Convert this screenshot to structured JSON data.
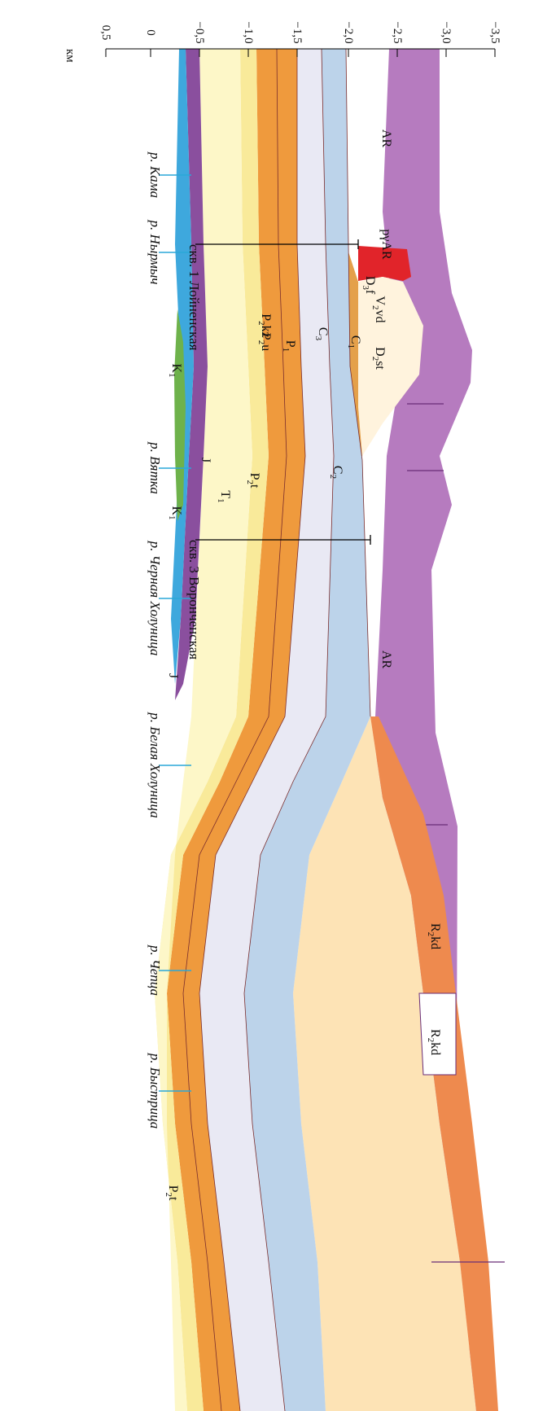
{
  "depth_scale": {
    "unit": "км",
    "ticks": [
      "0,5",
      "0",
      "−0,5",
      "−1,0",
      "−1,5",
      "−2,0",
      "−2,5",
      "−3,0",
      "−3,5"
    ]
  },
  "rivers": [
    "р. Кама",
    "р. Нырмыч",
    "р. Вятка",
    "р. Черная Холуница",
    "р. Белая Холуница",
    "р. Чепца",
    "р. Быстрица"
  ],
  "wells": [
    "скв. 1 Лойненская",
    "скв. 3 Воронченская"
  ],
  "units": [
    {
      "base": "AR"
    },
    {
      "base": "pγAR"
    },
    {
      "base": "D",
      "sub": "3",
      "tail": "f"
    },
    {
      "base": "V",
      "sub": "2",
      "tail": "vd"
    },
    {
      "base": "D",
      "sub": "2",
      "tail": "st"
    },
    {
      "base": "C",
      "sub": "1",
      "tail": ""
    },
    {
      "base": "C",
      "sub": "3",
      "tail": ""
    },
    {
      "base": "P",
      "sub": "1",
      "tail": ""
    },
    {
      "base": "P",
      "sub": "2",
      "tail": "kz"
    },
    {
      "base": "P",
      "sub": "2",
      "tail": "u"
    },
    {
      "base": "K",
      "sub": "1",
      "tail": ""
    },
    {
      "base": "J"
    },
    {
      "base": "T",
      "sub": "1",
      "tail": ""
    },
    {
      "base": "P",
      "sub": "2",
      "tail": "t"
    },
    {
      "base": "C",
      "sub": "2",
      "tail": ""
    },
    {
      "base": "K",
      "sub": "1",
      "tail": ""
    },
    {
      "base": "AR"
    },
    {
      "base": "J"
    },
    {
      "base": "R",
      "sub": "2",
      "tail": "kd"
    },
    {
      "base": "R",
      "sub": "2",
      "tail": "kd"
    },
    {
      "base": "P",
      "sub": "2",
      "tail": "t"
    }
  ],
  "colors": {
    "archean": "#b67bbf",
    "granite": "#e1242a",
    "riphean": "#ee8a4e",
    "riphean_fill": "#fde3b5",
    "vendian": "#fff3dd",
    "devonian": "#e4a04a",
    "carb_light": "#e9e9f4",
    "carb_blue": "#bcd3ea",
    "perm_orange": "#ef9a3d",
    "perm_yellow": "#f9ea9a",
    "perm_pale": "#fdf7c8",
    "triassic": "#8a4f9e",
    "jurassic_blue": "#3ea8dd",
    "cretaceous": "#6eb24b",
    "river_marker": "#2aa7d8"
  }
}
